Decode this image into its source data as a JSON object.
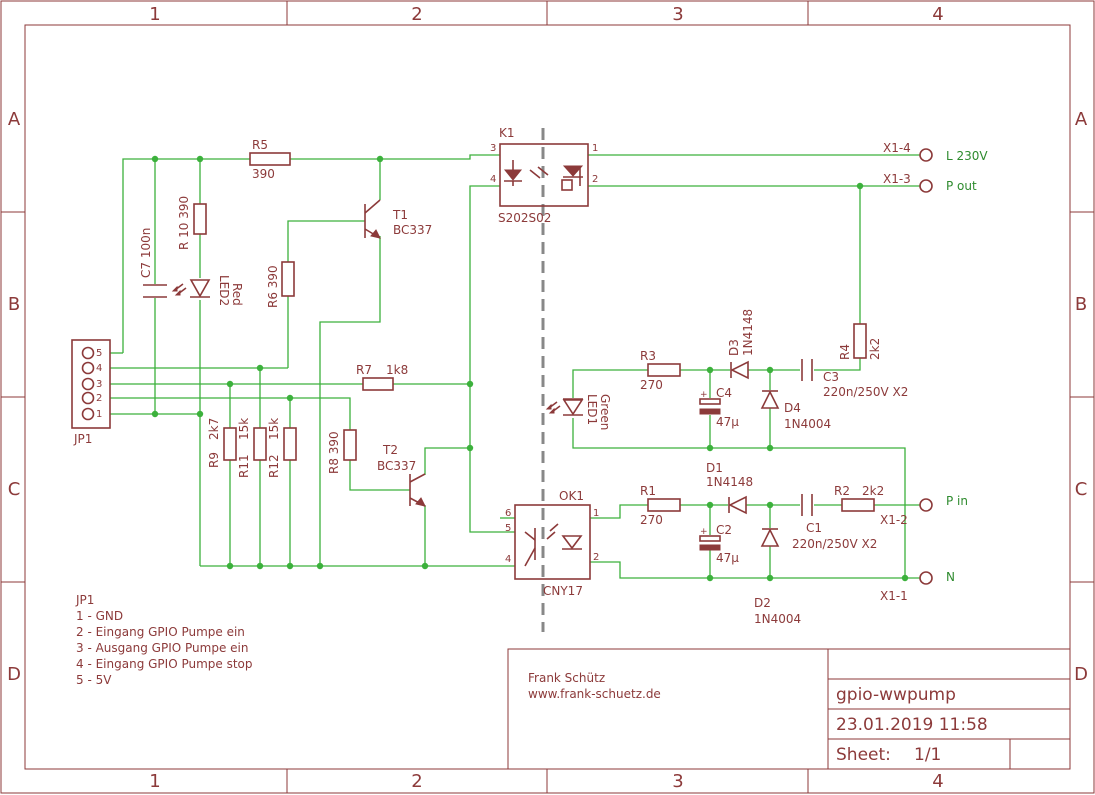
{
  "frame": {
    "columns": [
      "1",
      "2",
      "3",
      "4"
    ],
    "rows": [
      "A",
      "B",
      "C",
      "D"
    ]
  },
  "parts": {
    "k1_name": "K1",
    "k1_value": "S202S02",
    "k1_pin1": "1",
    "k1_pin2": "2",
    "k1_pin3": "3",
    "k1_pin4": "4",
    "ok1_name": "OK1",
    "ok1_value": "CNY17",
    "ok1_pin1": "1",
    "ok1_pin2": "2",
    "ok1_pin4": "4",
    "ok1_pin5": "5",
    "ok1_pin6": "6",
    "r5_name": "R5",
    "r5_value": "390",
    "r10_label": "R 10  390",
    "c7_label": "C7  100n",
    "led2_name": "LED2",
    "led2_value": "Red",
    "t1_name": "T1",
    "t1_value": "BC337",
    "r6_label": "R6  390",
    "r7_name": "R7",
    "r7_value": "1k8",
    "r9_label": "R9",
    "r9_value": "2k7",
    "r11_label": "R11",
    "r11_value": "15k",
    "r12_label": "R12",
    "r12_value": "15k",
    "r8_label": "R8  390",
    "t2_name": "T2",
    "t2_value": "BC337",
    "jp1_name": "JP1",
    "jp1_pins": [
      "5",
      "4",
      "3",
      "2",
      "1"
    ],
    "r3_name": "R3",
    "r3_value": "270",
    "d3_name": "D3",
    "d3_value": "1N4148",
    "c3_name": "C3",
    "c3_value": "220n/250V X2",
    "r4_name": "R4",
    "r4_value": "2k2",
    "led1_name": "LED1",
    "led1_value": "Green",
    "c4_name": "C4",
    "c4_value": "47µ",
    "d4_name": "D4",
    "d4_value": "1N4004",
    "r1_name": "R1",
    "r1_value": "270",
    "d1_name": "D1",
    "d1_value": "1N4148",
    "c2_name": "C2",
    "c2_value": "47µ",
    "c1_name": "C1",
    "c1_value": "220n/250V X2",
    "r2_name": "R2",
    "r2_value": "2k2",
    "d2_name": "D2",
    "d2_value": "1N4004"
  },
  "connectors": [
    {
      "pin": "X1-4",
      "net": "L 230V"
    },
    {
      "pin": "X1-3",
      "net": "P out"
    },
    {
      "pin": "X1-2",
      "net": "P in"
    },
    {
      "pin": "X1-1",
      "net": "N"
    }
  ],
  "notes": {
    "title": "JP1",
    "lines": [
      "1 - GND",
      "2 - Eingang GPIO Pumpe ein",
      "3 - Ausgang GPIO Pumpe ein",
      "4 - Eingang GPIO Pumpe stop",
      "5 - 5V"
    ]
  },
  "title_block": {
    "author": "Frank Schütz",
    "website": "www.frank-schuetz.de",
    "project": "gpio-wwpump",
    "date": "23.01.2019 11:58",
    "sheet_label": "Sheet:",
    "sheet_value": "1/1"
  },
  "colors": {
    "symbol": "#8c3a3a",
    "wire": "#3cb13c",
    "net_label": "#2e8b2e",
    "background": "#ffffff"
  }
}
